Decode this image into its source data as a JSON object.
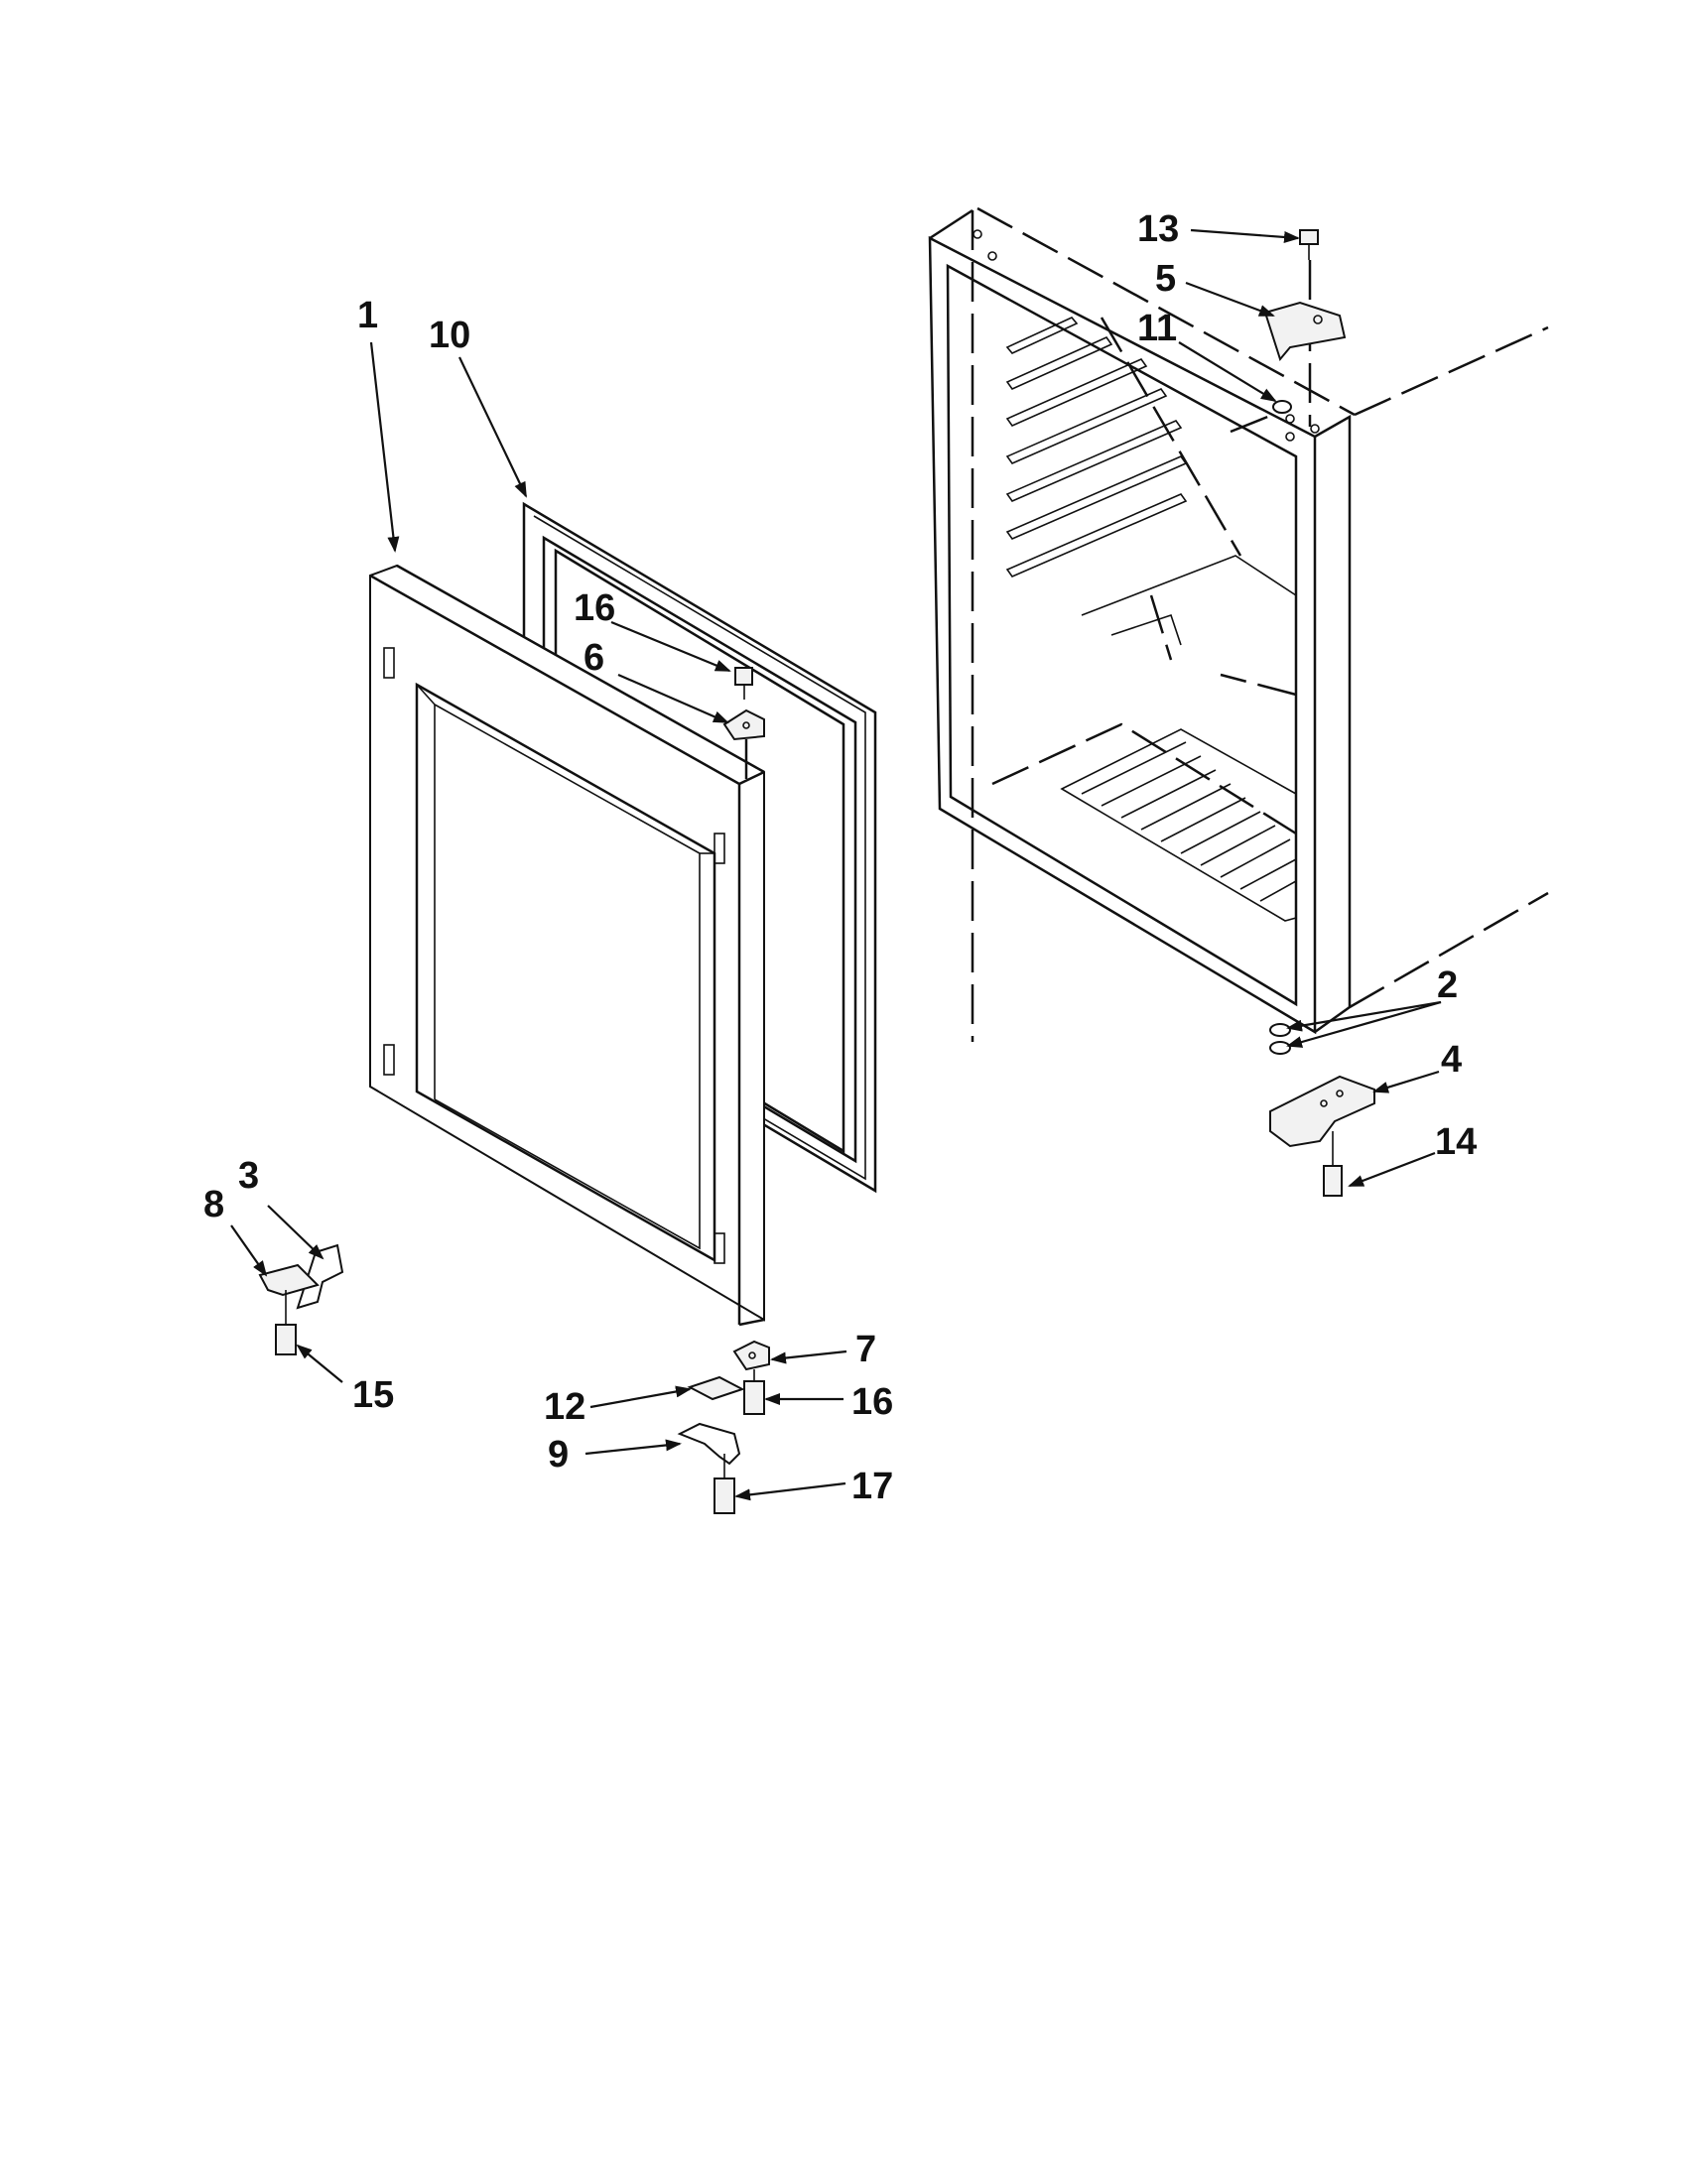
{
  "callouts": {
    "c1": "1",
    "c2": "2",
    "c3": "3",
    "c4": "4",
    "c5": "5",
    "c6": "6",
    "c7": "7",
    "c8": "8",
    "c9": "9",
    "c10": "10",
    "c11": "11",
    "c12": "12",
    "c13": "13",
    "c14": "14",
    "c15": "15",
    "c16a": "16",
    "c16b": "16",
    "c17": "17"
  },
  "colors": {
    "line": "#111111",
    "background": "#ffffff"
  }
}
